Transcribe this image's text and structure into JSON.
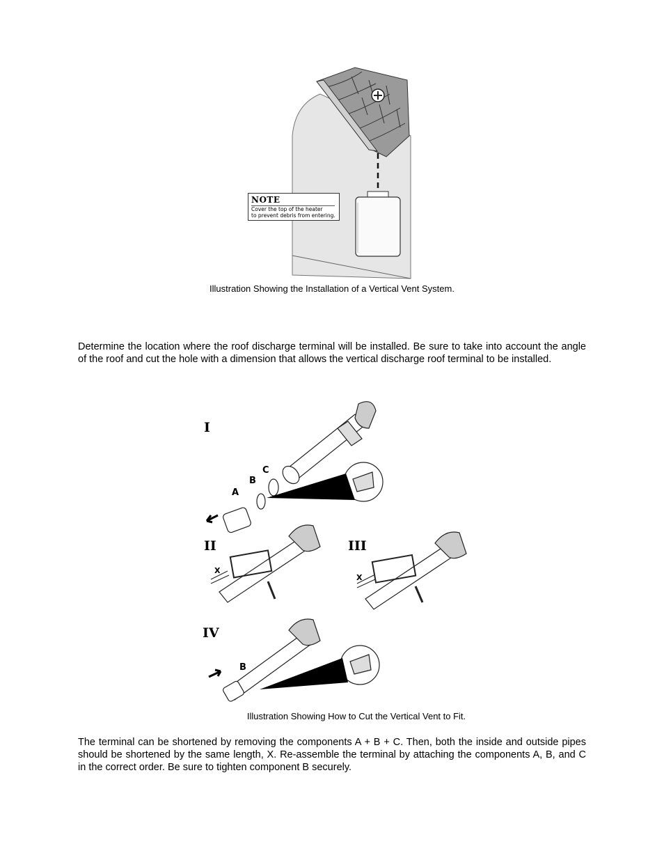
{
  "figure1": {
    "note_heading": "NOTE",
    "note_line1": "Cover the top of the heater",
    "note_line2": "to prevent debris from entering.",
    "caption": "Illustration Showing the Installation of a Vertical Vent System."
  },
  "paragraph1": "Determine the location where the roof discharge terminal will be installed.  Be sure to take into account the angle of the roof and cut the hole with a dimension that allows the vertical discharge roof terminal to be installed.",
  "figure2": {
    "step1": "I",
    "step2": "II",
    "step3": "III",
    "step4": "IV",
    "label_a": "A",
    "label_b": "B",
    "label_c": "C",
    "label_b2": "B",
    "label_x1": "X",
    "label_x2": "X",
    "caption": "Illustration Showing How to Cut the Vertical Vent to Fit."
  },
  "paragraph2": "The terminal can be shortened by removing the components A + B + C.  Then, both the inside and outside pipes should be shortened by the same length, X.  Re-assemble the terminal by attaching the components A, B, and C in the correct order.  Be sure to tighten component B securely."
}
